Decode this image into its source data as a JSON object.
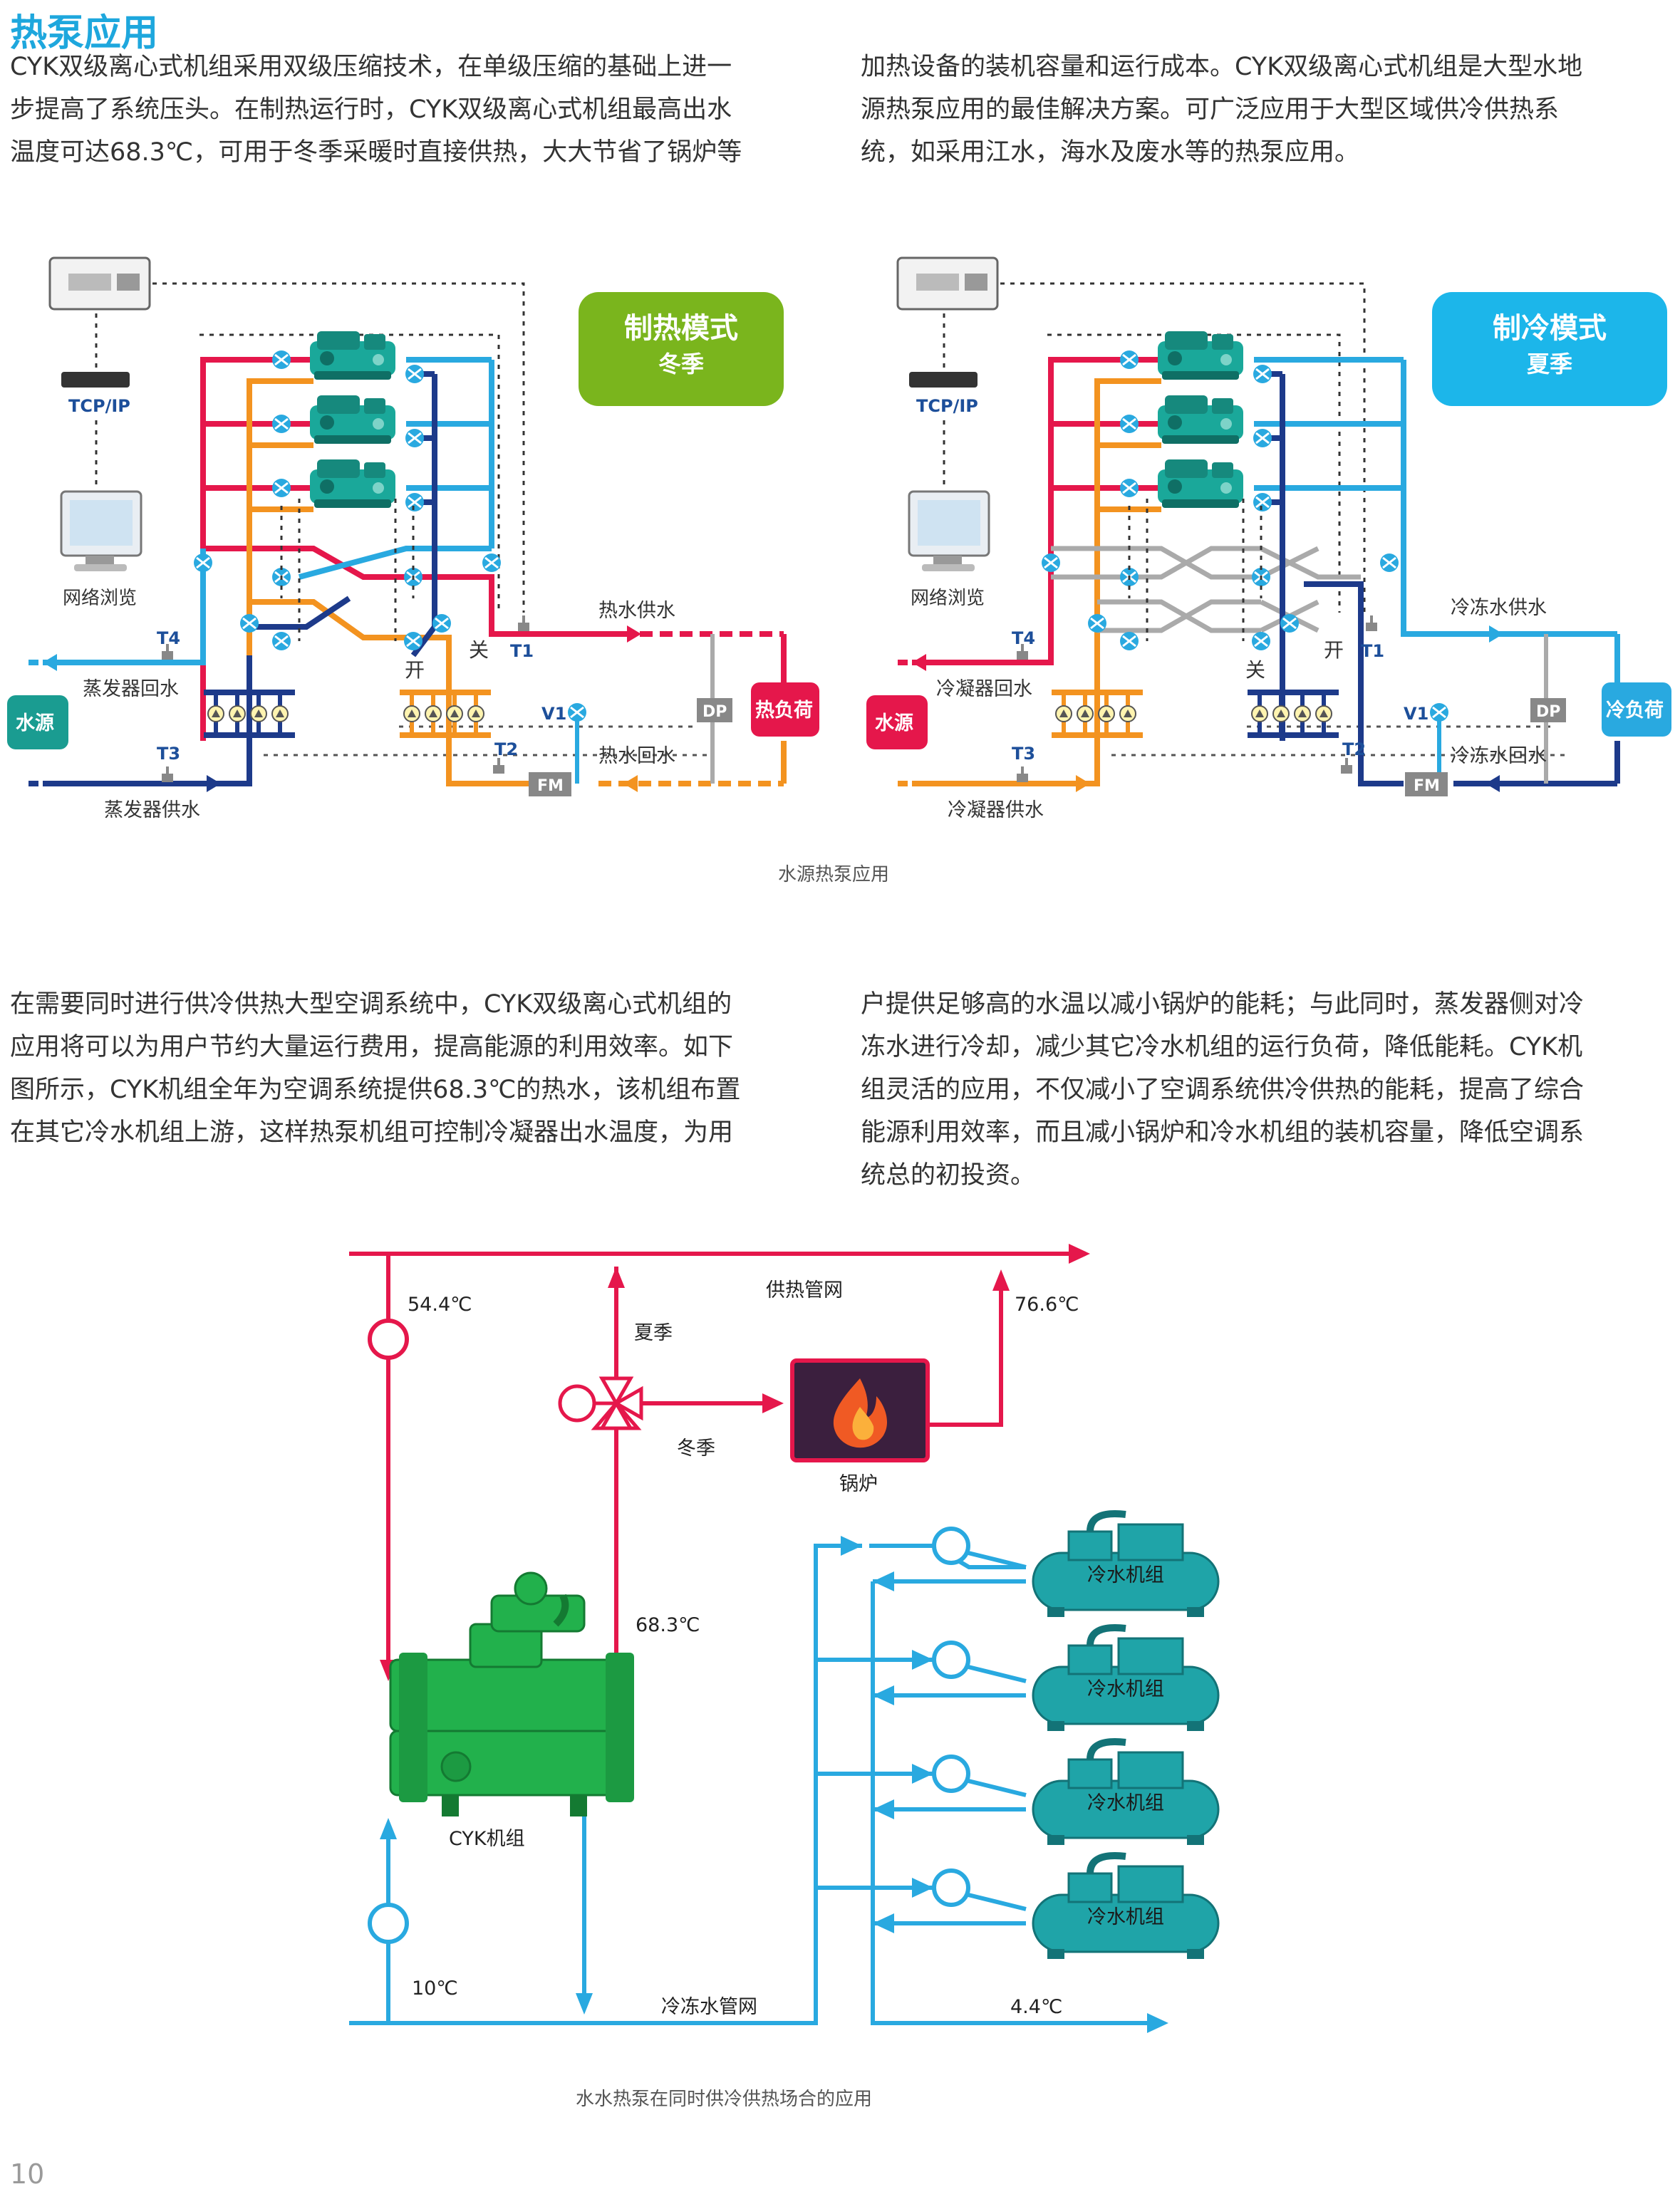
{
  "heading": "热泵应用",
  "intro": {
    "left": [
      "CYK双级离心式机组采用双级压缩技术，在单级压缩的基础上进一",
      "步提高了系统压头。在制热运行时，CYK双级离心式机组最高出水",
      "温度可达68.3℃，可用于冬季采暖时直接供热，大大节省了锅炉等"
    ],
    "right": [
      "加热设备的装机容量和运行成本。CYK双级离心式机组是大型水地",
      "源热泵应用的最佳解决方案。可广泛应用于大型区域供冷供热系",
      "统，如采用江水，海水及废水等的热泵应用。"
    ]
  },
  "diagram1": {
    "caption": "水源热泵应用",
    "common": {
      "tcp": "TCP/IP",
      "browse": "网络浏览",
      "t1": "T1",
      "t2": "T2",
      "t3": "T3",
      "t4": "T4",
      "v1": "V1",
      "dp": "DP",
      "fm": "FM",
      "open": "开",
      "close": "关"
    },
    "heating": {
      "mode_title": "制热模式",
      "mode_season": "冬季",
      "source": "水源",
      "load": "热负荷",
      "supply": "热水供水",
      "return": "热水回水",
      "evap_return": "蒸发器回水",
      "evap_supply": "蒸发器供水"
    },
    "cooling": {
      "mode_title": "制冷模式",
      "mode_season": "夏季",
      "source": "水源",
      "load": "冷负荷",
      "supply": "冷冻水供水",
      "return": "冷冻水回水",
      "cond_return": "冷凝器回水",
      "cond_supply": "冷凝器供水"
    },
    "colors": {
      "hot": "#e5174b",
      "orange": "#f39320",
      "cold": "#29a9e0",
      "navy": "#1d3a8a",
      "green": "#7ab51d",
      "grey": "#aaaaaa"
    }
  },
  "body": {
    "left": [
      "在需要同时进行供冷供热大型空调系统中，CYK双级离心式机组的",
      "应用将可以为用户节约大量运行费用，提高能源的利用效率。如下",
      "图所示，CYK机组全年为空调系统提供68.3℃的热水，该机组布置",
      "在其它冷水机组上游，这样热泵机组可控制冷凝器出水温度，为用"
    ],
    "right": [
      "户提供足够高的水温以减小锅炉的能耗；与此同时，蒸发器侧对冷",
      "冻水进行冷却，减少其它冷水机组的运行负荷，降低能耗。CYK机",
      "组灵活的应用，不仅减小了空调系统供冷供热的能耗，提高了综合",
      "能源利用效率，而且减小锅炉和冷水机组的装机容量，降低空调系",
      "统总的初投资。"
    ]
  },
  "diagram2": {
    "caption": "水水热泵在同时供冷供热场合的应用",
    "heat_network": "供热管网",
    "chilled_network": "冷冻水管网",
    "t_54": "54.4℃",
    "t_76": "76.6℃",
    "t_68": "68.3℃",
    "t_10": "10℃",
    "t_44": "4.4℃",
    "summer": "夏季",
    "winter": "冬季",
    "boiler": "锅炉",
    "cyk": "CYK机组",
    "chiller": "冷水机组"
  },
  "page_number": "10"
}
